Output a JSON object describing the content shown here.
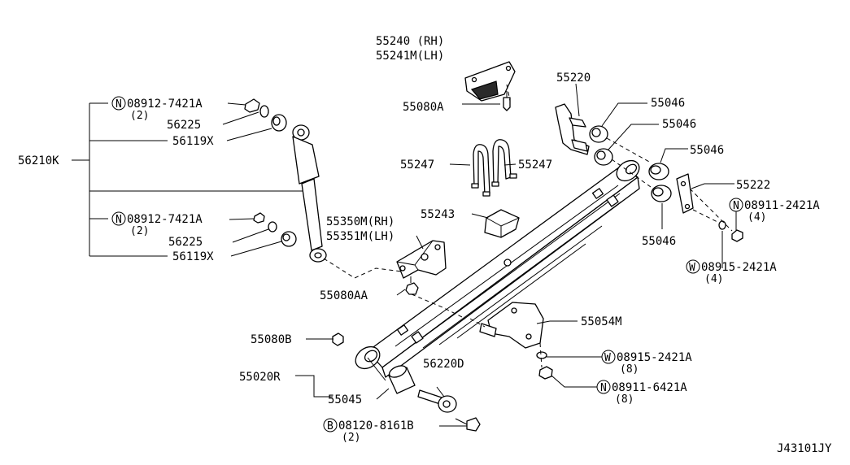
{
  "diagram_id": "J43101JY",
  "labels": {
    "bracket_rh": "55240 (RH)",
    "bracket_lh": "55241M(LH)",
    "bolt_a": "55080A",
    "shackle": "55220",
    "bushing_1": "55046",
    "bushing_2": "55046",
    "bushing_3": "55046",
    "bushing_4": "55046",
    "u_bolt_left": "55247",
    "u_bolt_right": "55247",
    "shackle_plate": "55222",
    "pad": "55243",
    "seat_rh": "55350M(RH)",
    "seat_lh": "55351M(LH)",
    "bolt_aa": "55080AA",
    "bolt_b": "55080B",
    "spring": "55020R",
    "front_bushing": "55045",
    "pin": "56220D",
    "hanger": "55054M",
    "shock": "56210K",
    "bush_top": "56225",
    "cap_top": "56119X",
    "bush_bottom": "56225",
    "cap_bottom": "56119X"
  },
  "callouts": {
    "nut_top": {
      "symbol": "N",
      "part": "08912-7421A",
      "qty": "(2)"
    },
    "nut_bottom": {
      "symbol": "N",
      "part": "08912-7421A",
      "qty": "(2)"
    },
    "nut_shackle": {
      "symbol": "N",
      "part": "08911-2421A",
      "qty": "(4)"
    },
    "washer_shackle": {
      "symbol": "W",
      "part": "08915-2421A",
      "qty": "(4)"
    },
    "washer_hanger": {
      "symbol": "W",
      "part": "08915-2421A",
      "qty": "(8)"
    },
    "nut_hanger": {
      "symbol": "N",
      "part": "08911-6421A",
      "qty": "(8)"
    },
    "bolt_pin": {
      "symbol": "B",
      "part": "08120-8161B",
      "qty": "(2)"
    }
  }
}
